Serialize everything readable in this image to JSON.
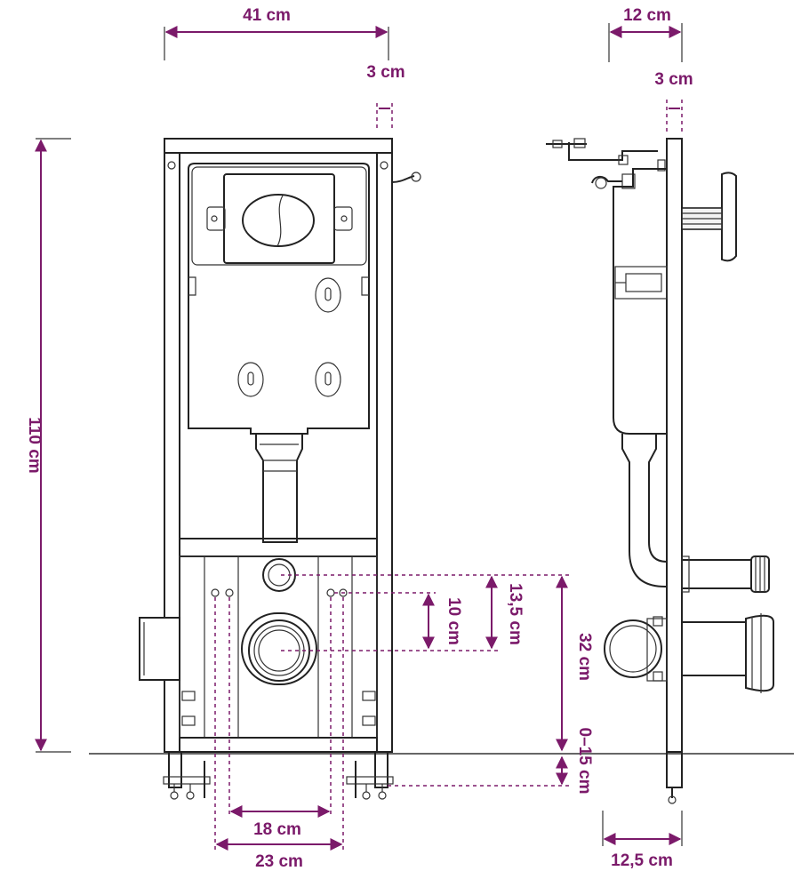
{
  "dimensions": {
    "front_width": "41 cm",
    "front_side_gap": "3 cm",
    "side_depth": "12 cm",
    "side_gap": "3 cm",
    "height": "110 cm",
    "outlet_offset_small": "10 cm",
    "outlet_offset_large": "13,5 cm",
    "outlet_height": "32 cm",
    "leg_adjust": "0–15 cm",
    "bolt_spacing_inner": "18 cm",
    "bolt_spacing_outer": "23 cm",
    "side_base_depth": "12,5 cm"
  },
  "colors": {
    "dimension": "#7b1a6a",
    "line": "#222222"
  }
}
